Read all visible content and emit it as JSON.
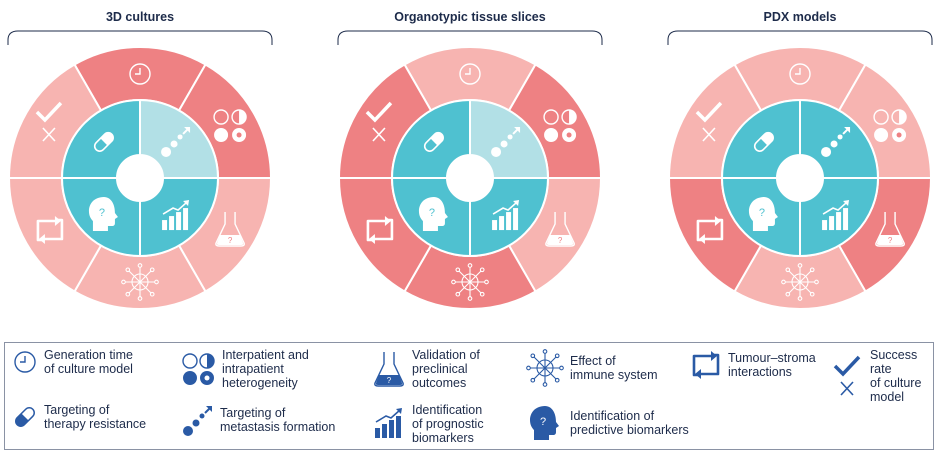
{
  "colors": {
    "dark_pink": "#ee8183",
    "light_pink": "#f7b4b1",
    "teal": "#4fc1d0",
    "light_teal": "#b2e0e6",
    "navy": "#2a5aa5",
    "text": "#1d2b4a"
  },
  "models": [
    {
      "title": "3D cultures",
      "outer": {
        "generation_time": "dark_pink",
        "heterogeneity": "dark_pink",
        "validation": "light_pink",
        "immune_system": "light_pink",
        "tumour_stroma": "light_pink",
        "success_rate": "light_pink"
      },
      "inner": {
        "metastasis": "light_teal",
        "prognostic": "teal",
        "predictive": "teal",
        "therapy_resistance": "teal"
      }
    },
    {
      "title": "Organotypic tissue slices",
      "outer": {
        "generation_time": "light_pink",
        "heterogeneity": "dark_pink",
        "validation": "light_pink",
        "immune_system": "dark_pink",
        "tumour_stroma": "dark_pink",
        "success_rate": "dark_pink"
      },
      "inner": {
        "metastasis": "light_teal",
        "prognostic": "teal",
        "predictive": "teal",
        "therapy_resistance": "teal"
      }
    },
    {
      "title": "PDX models",
      "outer": {
        "generation_time": "light_pink",
        "heterogeneity": "light_pink",
        "validation": "dark_pink",
        "immune_system": "light_pink",
        "tumour_stroma": "dark_pink",
        "success_rate": "light_pink"
      },
      "inner": {
        "metastasis": "teal",
        "prognostic": "teal",
        "predictive": "teal",
        "therapy_resistance": "teal"
      }
    }
  ],
  "legend": [
    {
      "icon": "clock-icon",
      "label": "Generation time\nof culture model"
    },
    {
      "icon": "heterogeneity-icon",
      "label": "Interpatient and\nintrapatient\nheterogeneity"
    },
    {
      "icon": "flask-icon",
      "label": "Validation of\npreclinical\noutcomes"
    },
    {
      "icon": "immune-cell-icon",
      "label": "Effect of\nimmune system"
    },
    {
      "icon": "cycle-arrows-icon",
      "label": "Tumour–stroma\ninteractions"
    },
    {
      "icon": "check-cross-icon",
      "label": "Success rate\nof culture\nmodel"
    },
    {
      "icon": "capsule-icon",
      "label": "Targeting of\ntherapy resistance"
    },
    {
      "icon": "metastasis-icon",
      "label": "Targeting of\nmetastasis formation"
    },
    {
      "icon": "bar-chart-icon",
      "label": "Identification\nof prognostic\nbiomarkers"
    },
    {
      "icon": "head-question-icon",
      "label": "Identification of\npredictive biomarkers"
    }
  ]
}
